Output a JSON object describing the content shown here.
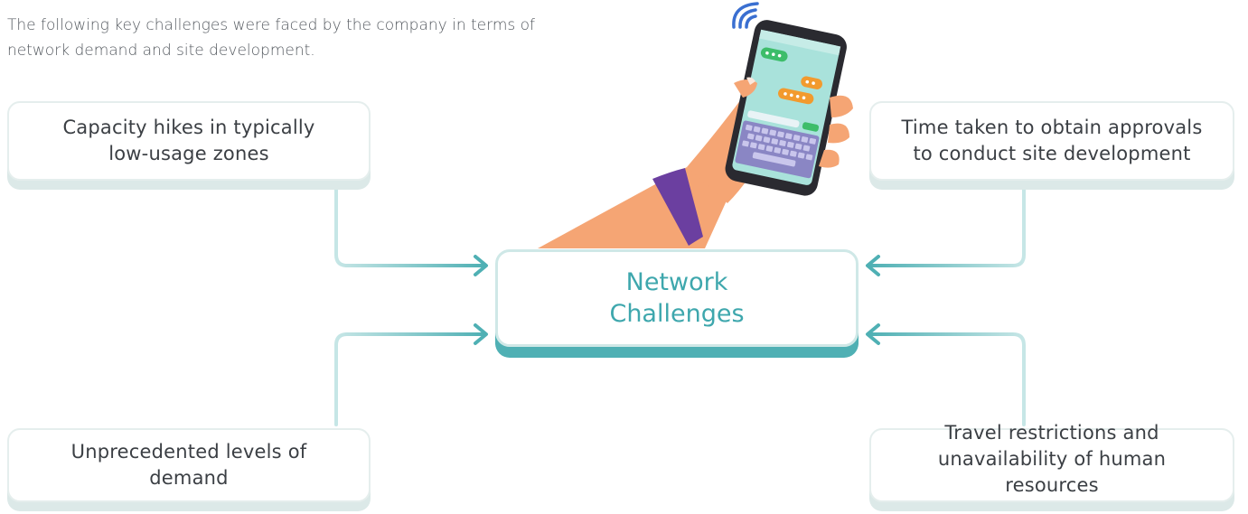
{
  "intro": {
    "line1": "The following key challenges were faced by the company in terms of",
    "line2": "network demand and site development."
  },
  "center": {
    "line1": "Network",
    "line2": "Challenges"
  },
  "cards": {
    "top_left": {
      "line1": "Capacity hikes in typically",
      "line2": "low-usage zones"
    },
    "top_right": {
      "line1": "Time taken to obtain approvals",
      "line2": "to conduct site development"
    },
    "bottom_left": {
      "line1": "Unprecedented levels of",
      "line2": "demand"
    },
    "bottom_right": {
      "line1": "Travel restrictions and",
      "line2": "unavailability of human",
      "line3": "resources"
    }
  },
  "colors": {
    "accent": "#3ea7ad",
    "connector_light": "#b9dfe0",
    "connector_dark": "#4fb0b4",
    "skin": "#f5a574",
    "wristband": "#6b3fa0",
    "phone_screen": "#a9e2db"
  },
  "icons": [
    "wifi-signal-icon",
    "hand-holding-phone-illustration"
  ]
}
